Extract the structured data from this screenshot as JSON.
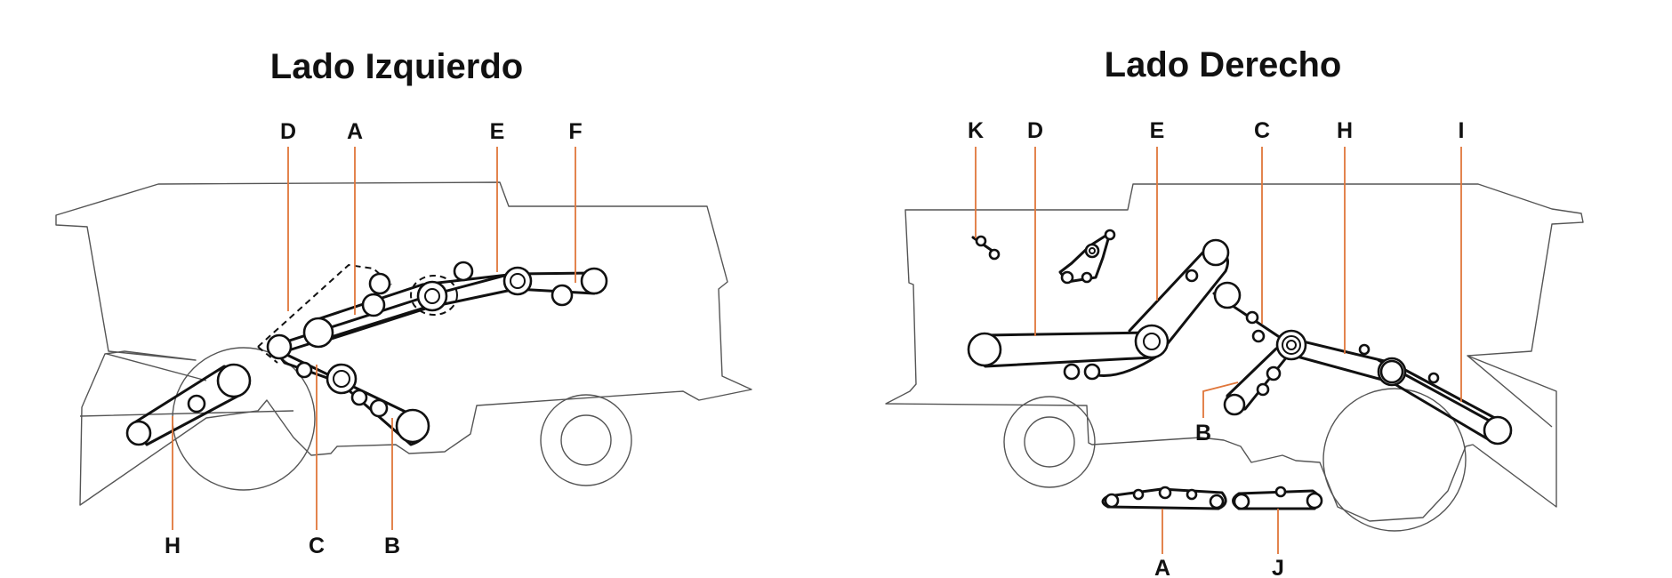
{
  "colors": {
    "leader": "#e0763a",
    "belt": "#111111",
    "outline": "#555555"
  },
  "left": {
    "title": "Lado Izquierdo",
    "labels": {
      "D": "D",
      "A": "A",
      "E": "E",
      "F": "F",
      "H": "H",
      "C": "C",
      "B": "B"
    }
  },
  "right": {
    "title": "Lado Derecho",
    "labels": {
      "K": "K",
      "D": "D",
      "E": "E",
      "C": "C",
      "H": "H",
      "I": "I",
      "B": "B",
      "A": "A",
      "J": "J"
    }
  }
}
